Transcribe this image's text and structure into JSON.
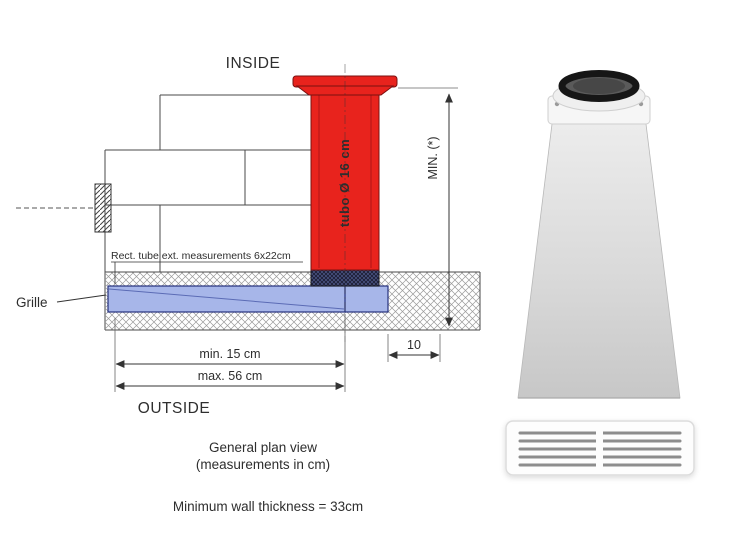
{
  "colors": {
    "tube_red": "#e8231d",
    "tube_red_dark": "#8f1210",
    "duct_blue": "#a7b6e9",
    "duct_blue_dark": "#2c3a8c"
  },
  "diagram": {
    "inside_label": "INSIDE",
    "outside_label": "OUTSIDE",
    "grille_label": "Grille",
    "tube_label": "tubo Ø 16 cm",
    "rect_tube_note": "Rect. tube ext. measurements 6x22cm",
    "dim_min_height": "MIN. (*)",
    "dim_offset": "10",
    "dim_min_width": "min. 15 cm",
    "dim_max_width": "max. 56 cm"
  },
  "captions": {
    "title": "General plan view",
    "subtitle": "(measurements in cm)",
    "note": "Minimum wall thickness = 33cm"
  }
}
